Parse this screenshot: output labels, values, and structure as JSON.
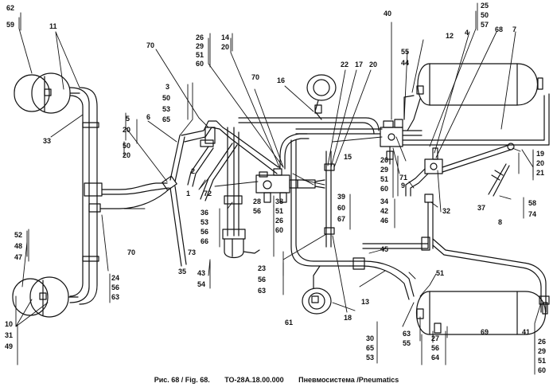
{
  "caption": {
    "figure": "Рис. 68 / Fig. 68.",
    "code": "ТО-28А.18.00.000",
    "title": "Пневмосистема /Pneumatics"
  },
  "labels": {
    "n62": "62",
    "n59": "59",
    "n11": "11",
    "n33": "33",
    "n5": "5",
    "n20a": "20",
    "n50a": "50",
    "n20b": "20",
    "n6": "6",
    "n3": "3",
    "n50b": "50",
    "n53a": "53",
    "n65a": "65",
    "n70a": "70",
    "n26a": "26",
    "n29a": "29",
    "n51a": "51",
    "n60a": "60",
    "n14": "14",
    "n20c": "20",
    "n70b": "70",
    "n16": "16",
    "n22": "22",
    "n17": "17",
    "n20d": "20",
    "n40": "40",
    "n55a": "55",
    "n44": "44",
    "n25": "25",
    "n50c": "50",
    "n57": "57",
    "n12": "12",
    "n4": "4",
    "n68": "68",
    "n7": "7",
    "n2": "2",
    "n1": "1",
    "n72": "72",
    "n35": "35",
    "n70c": "70",
    "n36": "36",
    "n53b": "53",
    "n56a": "56",
    "n66": "66",
    "n73": "73",
    "n43": "43",
    "n54": "54",
    "n28": "28",
    "n56b": "56",
    "n38": "38",
    "n51b": "51",
    "n26b": "26",
    "n60b": "60",
    "n39": "39",
    "n60c": "60",
    "n67": "67",
    "n15": "15",
    "n26c": "26",
    "n29b": "29",
    "n51c": "51",
    "n60d": "60",
    "n71": "71",
    "n34": "34",
    "n42": "42",
    "n46": "46",
    "n9": "9",
    "n32": "32",
    "n37": "37",
    "n19": "19",
    "n20e": "20",
    "n21": "21",
    "n58": "58",
    "n74": "74",
    "n8": "8",
    "n45": "45",
    "n52": "52",
    "n48": "48",
    "n47": "47",
    "n24": "24",
    "n56c": "56",
    "n63a": "63",
    "n23": "23",
    "n56d": "56",
    "n63b": "63",
    "n13": "13",
    "n18": "18",
    "n61": "61",
    "n51d": "51",
    "n30": "30",
    "n65b": "65",
    "n53c": "53",
    "n63c": "63",
    "n55b": "55",
    "n27": "27",
    "n56e": "56",
    "n64": "64",
    "n69": "69",
    "n41": "41",
    "n26d": "26",
    "n29c": "29",
    "n51e": "51",
    "n60e": "60",
    "n10": "10",
    "n31": "31",
    "n49": "49"
  }
}
